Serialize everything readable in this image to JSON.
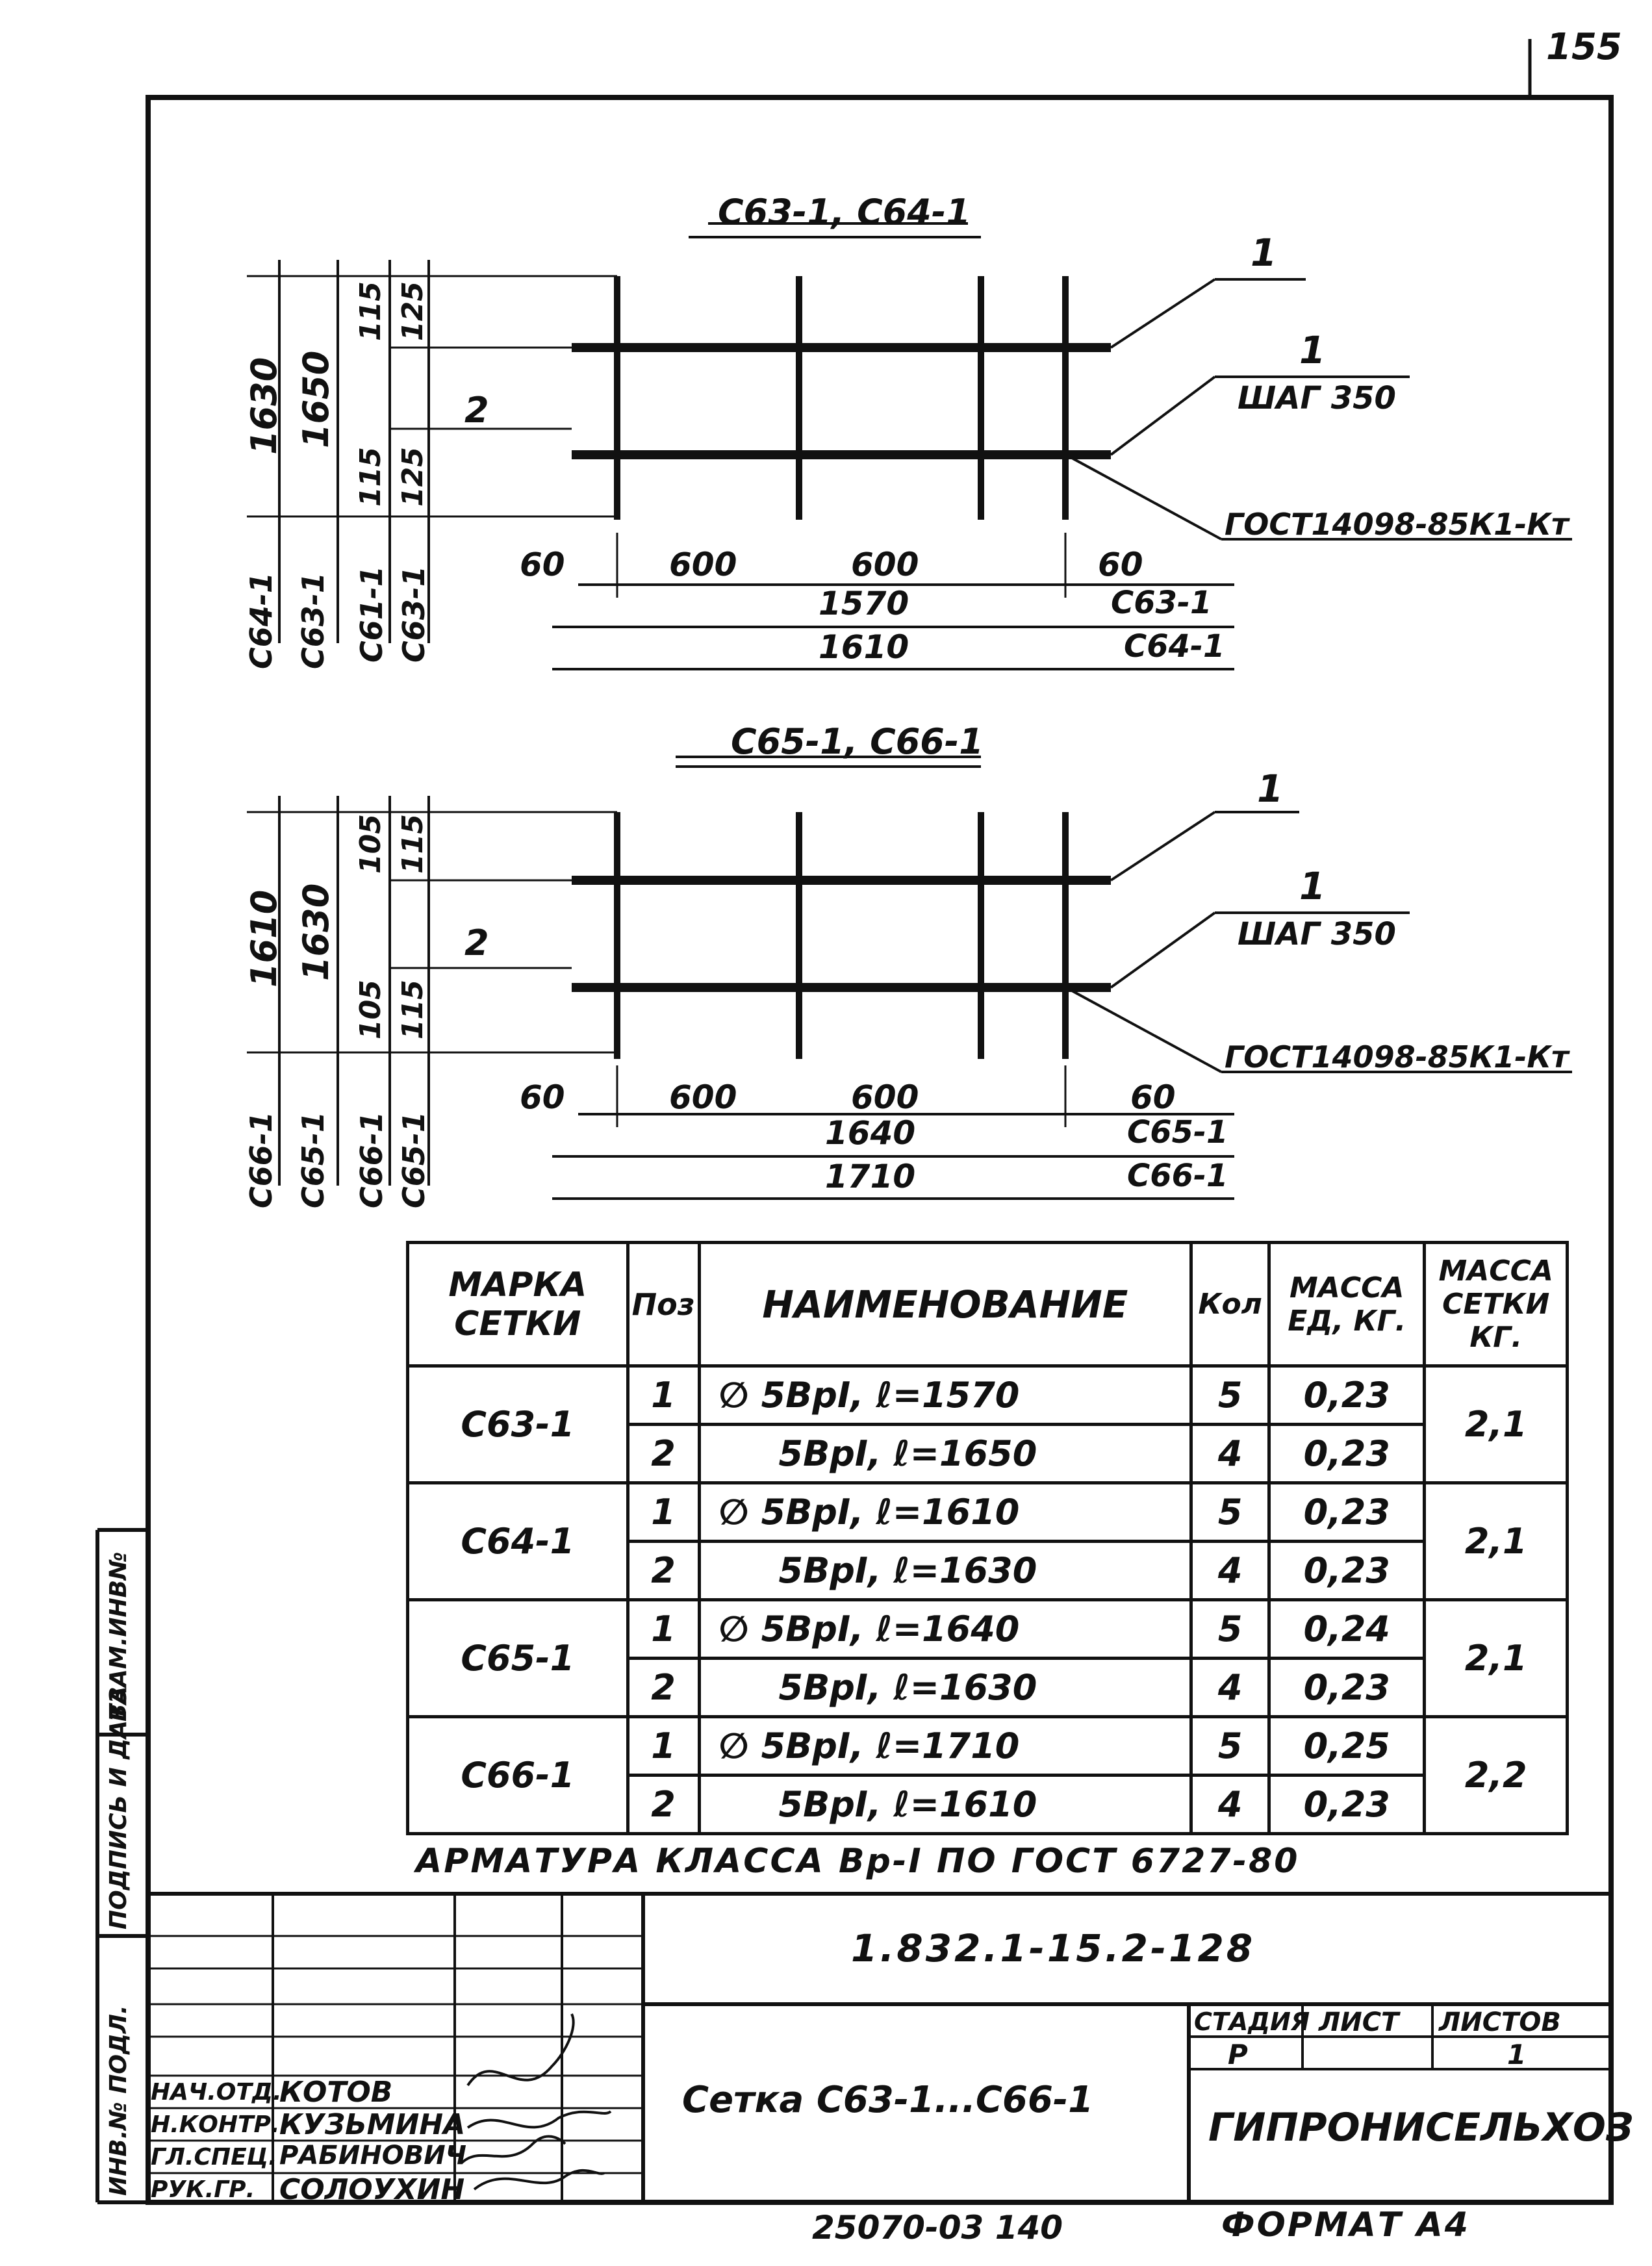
{
  "page_number": "155",
  "drawing1": {
    "title": "С63-1, С64-1",
    "pos1_label": "1",
    "pos1b_label": "1",
    "pitch_label": "ШАГ 350",
    "pos2_label": "2",
    "gost_label": "ГОСТ14098-85К1-Кт",
    "v_dims": [
      "1630",
      "1650",
      "115",
      "125",
      "115",
      "125"
    ],
    "v_marks": [
      "С64-1",
      "С63-1",
      "С61-1",
      "С63-1"
    ],
    "h_dims": {
      "left": "60",
      "mid1": "600",
      "mid2": "600",
      "right": "60",
      "total1": "1570",
      "total2": "1610",
      "mark1": "С63-1",
      "mark2": "С64-1"
    }
  },
  "drawing2": {
    "title": "С65-1, С66-1",
    "pos1_label": "1",
    "pos1b_label": "1",
    "pitch_label": "ШАГ 350",
    "pos2_label": "2",
    "gost_label": "ГОСТ14098-85К1-Кт",
    "v_dims": [
      "1610",
      "1630",
      "105",
      "115",
      "105",
      "115"
    ],
    "v_marks": [
      "С66-1",
      "С65-1",
      "С66-1",
      "С65-1"
    ],
    "h_dims": {
      "left": "60",
      "mid1": "600",
      "mid2": "600",
      "right": "60",
      "total1": "1640",
      "total2": "1710",
      "mark1": "С65-1",
      "mark2": "С66-1"
    }
  },
  "table": {
    "headers": {
      "mark": "МАРКА СЕТКИ",
      "pos": "Поз",
      "name": "НАИМЕНОВАНИЕ",
      "qty": "Кол",
      "mass_unit": "МАССА ЕД, КГ.",
      "mass_total": "МАССА СЕТКИ КГ."
    },
    "groups": [
      {
        "mark": "С63-1",
        "total": "2,1",
        "rows": [
          {
            "pos": "1",
            "dia": "∅",
            "name": "5ВрI, ℓ=1570",
            "qty": "5",
            "mass": "0,23"
          },
          {
            "pos": "2",
            "dia": "",
            "name": "5ВрI, ℓ=1650",
            "qty": "4",
            "mass": "0,23"
          }
        ]
      },
      {
        "mark": "С64-1",
        "total": "2,1",
        "rows": [
          {
            "pos": "1",
            "dia": "∅",
            "name": "5ВрI, ℓ=1610",
            "qty": "5",
            "mass": "0,23"
          },
          {
            "pos": "2",
            "dia": "",
            "name": "5ВрI, ℓ=1630",
            "qty": "4",
            "mass": "0,23"
          }
        ]
      },
      {
        "mark": "С65-1",
        "total": "2,1",
        "rows": [
          {
            "pos": "1",
            "dia": "∅",
            "name": "5ВрI, ℓ=1640",
            "qty": "5",
            "mass": "0,24"
          },
          {
            "pos": "2",
            "dia": "",
            "name": "5ВрI, ℓ=1630",
            "qty": "4",
            "mass": "0,23"
          }
        ]
      },
      {
        "mark": "С66-1",
        "total": "2,2",
        "rows": [
          {
            "pos": "1",
            "dia": "∅",
            "name": "5ВрI, ℓ=1710",
            "qty": "5",
            "mass": "0,25"
          },
          {
            "pos": "2",
            "dia": "",
            "name": "5ВрI, ℓ=1610",
            "qty": "4",
            "mass": "0,23"
          }
        ]
      }
    ],
    "note": "АРМАТУРА КЛАССА Вр-I ПО ГОСТ 6727-80"
  },
  "stamp": {
    "doc_code": "1.832.1-15.2-128",
    "title": "Сетка С63-1...С66-1",
    "stage_hdr": "СТАДИЯ",
    "sheet_hdr": "ЛИСТ",
    "sheets_hdr": "ЛИСТОВ",
    "stage": "Р",
    "sheet": "",
    "sheets": "1",
    "org": "ГИПРОНИСЕЛЬХОЗ",
    "people": [
      {
        "role": "НАЧ.ОТД.",
        "name": "КОТОВ"
      },
      {
        "role": "Н.КОНТР.",
        "name": "КУЗЬМИНА"
      },
      {
        "role": "ГЛ.СПЕЦ.",
        "name": "РАБИНОВИЧ"
      },
      {
        "role": "РУК.ГР.",
        "name": "СОЛОУХИН"
      }
    ]
  },
  "side_strip": {
    "vzam": "ВЗАМ.ИНВ№",
    "podp": "ПОДПИСЬ И ДАТА",
    "inv": "ИНВ.№ ПОДЛ."
  },
  "footer": {
    "archive": "25070-03   140",
    "format": "ФОРМАТ А4"
  }
}
